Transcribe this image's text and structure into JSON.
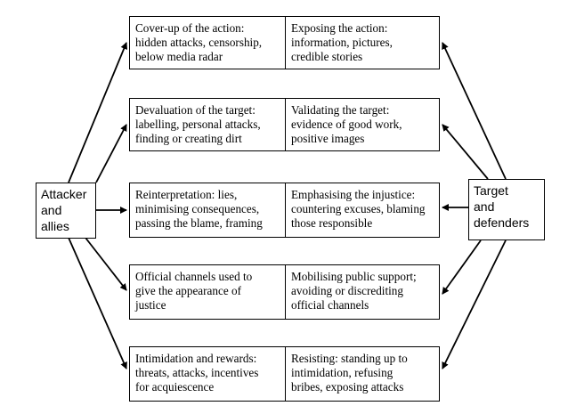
{
  "attacker": {
    "lines": [
      "Attacker",
      "and",
      "allies"
    ]
  },
  "target": {
    "lines": [
      "Target",
      "and",
      "defenders"
    ]
  },
  "rows": [
    {
      "left": [
        "Cover-up of the action:",
        "hidden attacks, censorship,",
        "below media radar"
      ],
      "right": [
        "Exposing the action:",
        "information, pictures,",
        "credible stories"
      ]
    },
    {
      "left": [
        "Devaluation of the target:",
        "labelling, personal attacks,",
        "finding or creating dirt"
      ],
      "right": [
        "Validating the target:",
        "evidence of good work,",
        "positive images"
      ]
    },
    {
      "left": [
        "Reinterpretation: lies,",
        "minimising consequences,",
        "passing the blame, framing"
      ],
      "right": [
        "Emphasising the injustice:",
        "countering excuses, blaming",
        "those responsible"
      ]
    },
    {
      "left": [
        "Official channels used to",
        "give the appearance of",
        "justice"
      ],
      "right": [
        "Mobilising public support;",
        "avoiding or discrediting",
        "official channels"
      ]
    },
    {
      "left": [
        "Intimidation and rewards:",
        "threats, attacks, incentives",
        "for acquiescence"
      ],
      "right": [
        "Resisting: standing up to",
        "intimidation, refusing",
        "bribes, exposing attacks"
      ]
    }
  ]
}
